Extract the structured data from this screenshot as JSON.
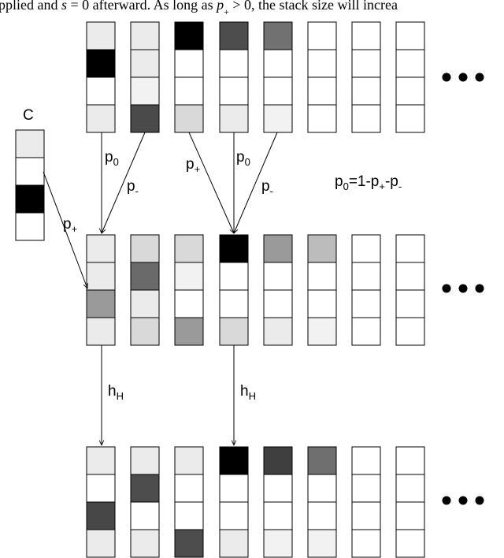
{
  "caption": {
    "text_before": "pplied and ",
    "s_var": "s",
    "eq_zero": " = 0 afterward. As long as ",
    "p_var": "p",
    "p_sub": "+",
    "gt_zero": " > 0, the stack size will increa"
  },
  "controller": {
    "label": "C",
    "cells": [
      "#ebebeb",
      "#ffffff",
      "#000000",
      "#ffffff"
    ]
  },
  "layers": [
    {
      "name": "top",
      "columns": [
        [
          "#ebebeb",
          "#000000",
          "#ffffff",
          "#ebebeb"
        ],
        [
          "#ebebeb",
          "#ebebeb",
          "#f2f2f2",
          "#4a4a4a"
        ],
        [
          "#000000",
          "#ffffff",
          "#ffffff",
          "#d9d9d9"
        ],
        [
          "#4d4d4d",
          "#ffffff",
          "#ffffff",
          "#ebebeb"
        ],
        [
          "#717171",
          "#ffffff",
          "#ffffff",
          "#f2f2f2"
        ],
        [
          "#ffffff",
          "#ffffff",
          "#ffffff",
          "#ffffff"
        ],
        [
          "#ffffff",
          "#ffffff",
          "#ffffff",
          "#ffffff"
        ],
        [
          "#ffffff",
          "#ffffff",
          "#ffffff",
          "#ffffff"
        ]
      ]
    },
    {
      "name": "middle",
      "columns": [
        [
          "#ebebeb",
          "#ebebeb",
          "#9a9a9a",
          "#ebebeb"
        ],
        [
          "#d9d9d9",
          "#6a6a6a",
          "#ebebeb",
          "#d9d9d9"
        ],
        [
          "#d9d9d9",
          "#f2f2f2",
          "#ffffff",
          "#9a9a9a"
        ],
        [
          "#000000",
          "#ffffff",
          "#ffffff",
          "#d9d9d9"
        ],
        [
          "#9a9a9a",
          "#ffffff",
          "#ffffff",
          "#ebebeb"
        ],
        [
          "#bcbcbc",
          "#ffffff",
          "#ffffff",
          "#f2f2f2"
        ],
        [
          "#ffffff",
          "#ffffff",
          "#ffffff",
          "#ffffff"
        ],
        [
          "#ffffff",
          "#ffffff",
          "#ffffff",
          "#ffffff"
        ]
      ]
    },
    {
      "name": "bottom",
      "columns": [
        [
          "#ebebeb",
          "#ffffff",
          "#474747",
          "#ebebeb"
        ],
        [
          "#ebebeb",
          "#4d4d4d",
          "#ffffff",
          "#ebebeb"
        ],
        [
          "#ebebeb",
          "#ffffff",
          "#ffffff",
          "#4d4d4d"
        ],
        [
          "#000000",
          "#ffffff",
          "#ffffff",
          "#ebebeb"
        ],
        [
          "#3f3f3f",
          "#ffffff",
          "#ffffff",
          "#f2f2f2"
        ],
        [
          "#6f6f6f",
          "#ffffff",
          "#ffffff",
          "#f2f2f2"
        ],
        [
          "#ffffff",
          "#ffffff",
          "#ffffff",
          "#ffffff"
        ],
        [
          "#ffffff",
          "#ffffff",
          "#ffffff",
          "#ffffff"
        ]
      ]
    }
  ],
  "labels": {
    "p0_left": {
      "base": "p",
      "sub": "0"
    },
    "pminus_left": {
      "base": "p",
      "sub": "-"
    },
    "pplus_mid": {
      "base": "p",
      "sub": "+"
    },
    "p0_mid": {
      "base": "p",
      "sub": "0"
    },
    "pminus_mid": {
      "base": "p",
      "sub": "-"
    },
    "pplus_c": {
      "base": "p",
      "sub": "+"
    },
    "hH_left": {
      "base": "h",
      "sub": "H"
    },
    "hH_mid": {
      "base": "h",
      "sub": "H"
    },
    "formula": {
      "p": "p",
      "sub0": "0",
      "eq": "=1-p",
      "subplus": "+",
      "dash": "-p",
      "subminus": "-"
    }
  },
  "ellipsis_glyph": "•••"
}
